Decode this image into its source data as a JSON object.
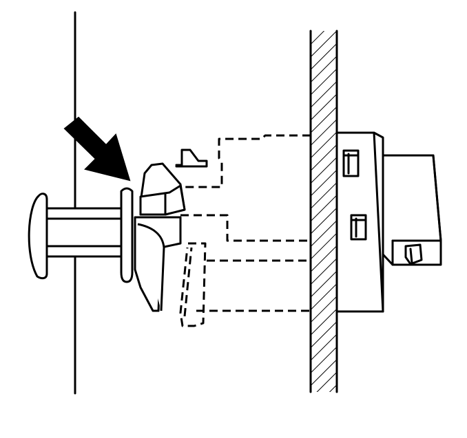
{
  "diagram": {
    "type": "technical-line-drawing",
    "stroke_color": "#000000",
    "background": "#ffffff",
    "parts": [
      {
        "name": "mounting-panel-left",
        "style": "solid-line"
      },
      {
        "name": "bracket-wall",
        "style": "hatched"
      },
      {
        "name": "plunger-head",
        "style": "solid-line"
      },
      {
        "name": "plunger-shaft",
        "style": "solid-line"
      },
      {
        "name": "retainer-clip",
        "style": "solid-line"
      },
      {
        "name": "switch-housing-hidden",
        "style": "dashed"
      },
      {
        "name": "switch-body",
        "style": "solid-line"
      },
      {
        "name": "connector-block",
        "style": "solid-line"
      },
      {
        "name": "pointer-arrow",
        "style": "filled"
      }
    ]
  }
}
